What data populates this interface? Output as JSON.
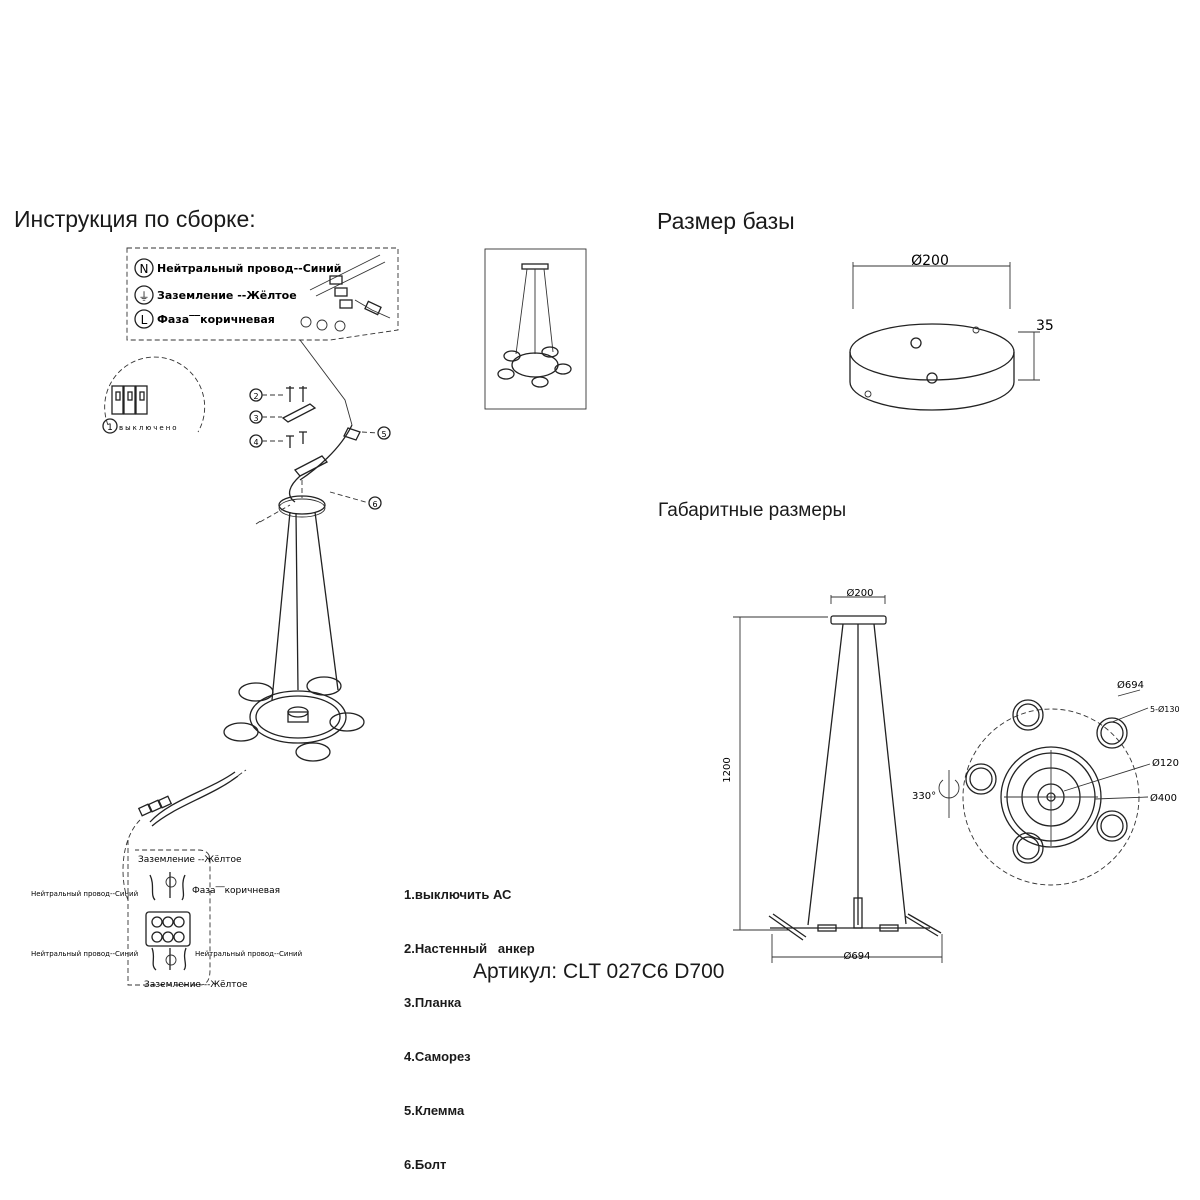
{
  "titles": {
    "assembly": "Инструкция по сборке:",
    "base_size": "Размер базы",
    "overall_dims": "Габаритные размеры"
  },
  "wiring_legend": {
    "items": [
      {
        "symbol": "N",
        "text": "Нейтральный провод--Синий"
      },
      {
        "symbol": "⏚",
        "text": "Заземление --Жёлтое"
      },
      {
        "symbol": "L",
        "text": "Фаза‾‾коричневая"
      }
    ]
  },
  "breaker": {
    "label": "выключено"
  },
  "terminal_labels": {
    "earth_top": "Заземление --Жёлтое",
    "neutral_left": "Нейтральный провод--Синий",
    "phase_right": "Фаза‾‾коричневая",
    "neutral_left2": "Нейтральный провод--Синий",
    "neutral_right": "Нейтральный провод--Синий",
    "earth_bottom": "Заземление --Жёлтое"
  },
  "callouts": [
    "2",
    "3",
    "4",
    "5",
    "6"
  ],
  "steps": [
    "1.выключить АС",
    "2.Настенный   анкер",
    "3.Планка",
    "4.Саморез",
    "5.Клемма",
    "6.Болт"
  ],
  "article": "Артикул: CLT 027C6 D700",
  "base_dims": {
    "diameter": "Ø200",
    "height": "35"
  },
  "overall": {
    "canopy_diameter": "Ø200",
    "height": "1200",
    "bottom_width": "Ø694",
    "outer_diameter": "Ø694",
    "shade": "5-Ø130",
    "center": "Ø120",
    "ring": "Ø400",
    "rotation": "330°"
  }
}
